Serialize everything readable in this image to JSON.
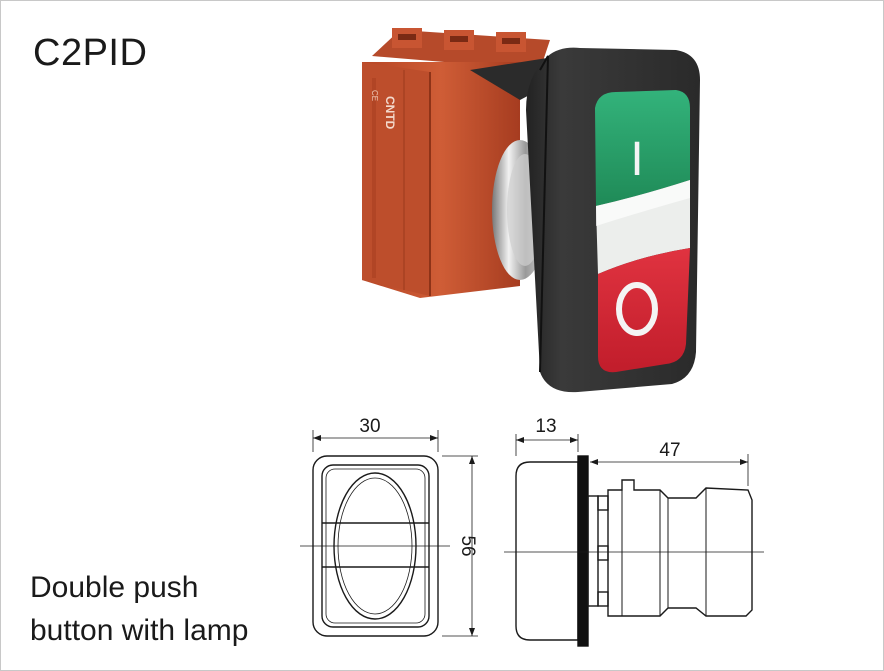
{
  "title": "C2PID",
  "caption": {
    "line1": "Double push",
    "line2": "button with lamp"
  },
  "product": {
    "brand": "CNTD",
    "button_top_symbol": "I",
    "button_bottom_symbol": "O",
    "colors": {
      "housing": "#c0502e",
      "bezel": "#2e2e2e",
      "green": "#22935f",
      "white": "#eef0ee",
      "red": "#d42a36"
    }
  },
  "drawing": {
    "front_width": "30",
    "front_height": "56",
    "side_depth": "13",
    "side_length": "47"
  }
}
